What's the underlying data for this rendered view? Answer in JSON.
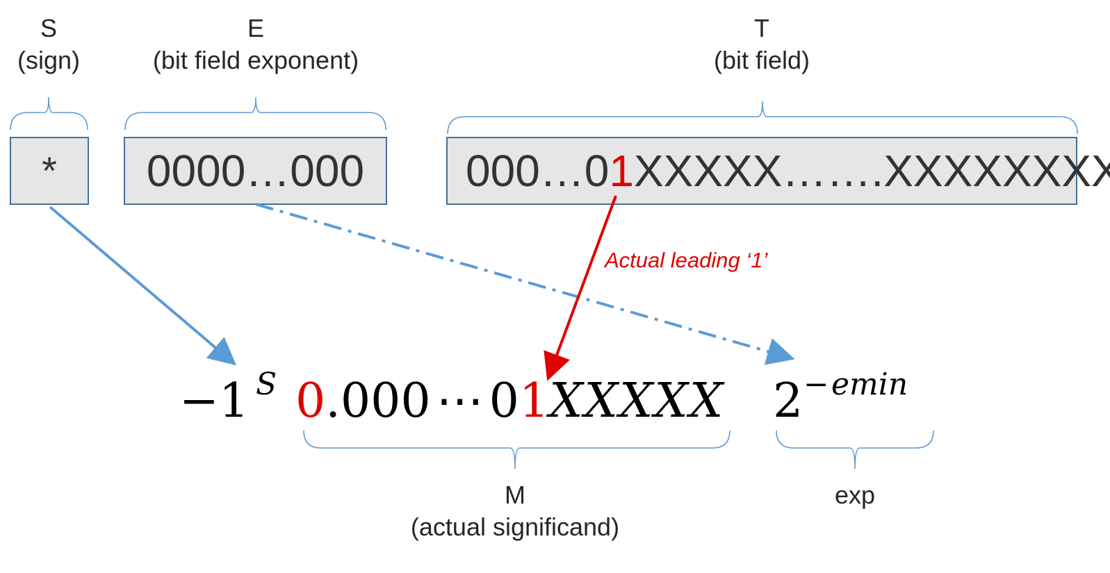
{
  "fields": {
    "sign": {
      "letter": "S",
      "caption": "(sign)",
      "content": "*"
    },
    "exponent": {
      "letter": "E",
      "caption": "(bit field exponent)",
      "content": "0000…000"
    },
    "trailing": {
      "letter": "T",
      "caption": "(bit field)",
      "content_prefix": "000…0",
      "content_highlight": "1",
      "content_suffix": "XXXXX…….XXXXXXXX"
    }
  },
  "annotation": "Actual leading ‘1’",
  "formula": {
    "minus_one": "−1",
    "sign_exp": "S",
    "lead_zero": "0",
    "fraction_prefix": ".000",
    "ellipsis": "⋯",
    "zero_before_one": "0",
    "leading_one": "1",
    "fraction_x": "XXXXX",
    "base_two": "2",
    "exp_minus": "−",
    "exp_var": "emin"
  },
  "bottom_labels": {
    "significand": {
      "letter": "M",
      "caption": "(actual significand)"
    },
    "exp": "exp"
  },
  "colors": {
    "box_fill": "#e6e6e6",
    "box_border": "#41719c",
    "arrow_blue": "#5b9bd5",
    "highlight_red": "#e00000",
    "text": "#262626"
  }
}
